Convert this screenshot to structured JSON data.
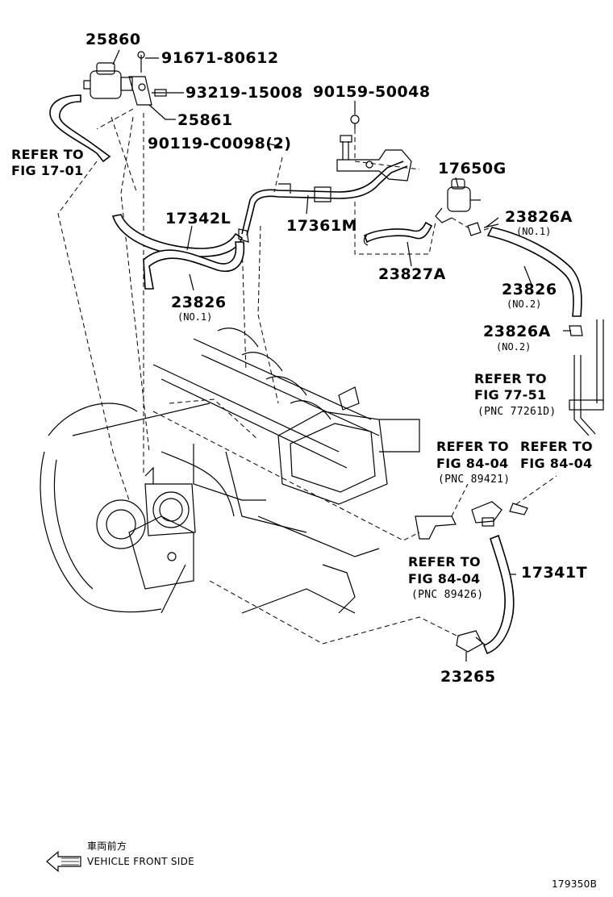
{
  "parts": [
    {
      "id": "p25860",
      "number": "25860"
    },
    {
      "id": "p91671",
      "number": "91671-80612"
    },
    {
      "id": "p93219",
      "number": "93219-15008"
    },
    {
      "id": "p25861",
      "number": "25861"
    },
    {
      "id": "p90159",
      "number": "90159-50048"
    },
    {
      "id": "p90119",
      "number": "90119-C0098(2)"
    },
    {
      "id": "p17650",
      "number": "17650G"
    },
    {
      "id": "p17342",
      "number": "17342L"
    },
    {
      "id": "p17361",
      "number": "17361M"
    },
    {
      "id": "p23826a1",
      "number": "23826A",
      "note": "(NO.1)"
    },
    {
      "id": "p23827",
      "number": "23827A"
    },
    {
      "id": "p23826_1",
      "number": "23826",
      "note": "(NO.1)"
    },
    {
      "id": "p23826_2",
      "number": "23826",
      "note": "(NO.2)"
    },
    {
      "id": "p23826a2",
      "number": "23826A",
      "note": "(NO.2)"
    },
    {
      "id": "p17341",
      "number": "17341T"
    },
    {
      "id": "p23265",
      "number": "23265"
    }
  ],
  "refs": [
    {
      "id": "ref1701",
      "line1": "REFER TO",
      "line2": "FIG 17-01"
    },
    {
      "id": "ref7751",
      "line1": "REFER TO",
      "line2": "FIG 77-51",
      "pnc": "(PNC 77261D)"
    },
    {
      "id": "ref8404a",
      "line1": "REFER TO",
      "line2": "FIG 84-04",
      "pnc": "(PNC 89421)"
    },
    {
      "id": "ref8404b",
      "line1": "REFER TO",
      "line2": "FIG 84-04"
    },
    {
      "id": "ref8404c",
      "line1": "REFER TO",
      "line2": "FIG 84-04",
      "pnc": "(PNC 89426)"
    }
  ],
  "footer": {
    "direction_jp": "車両前方",
    "direction_en": "VEHICLE FRONT SIDE",
    "figure_id": "179350B"
  }
}
